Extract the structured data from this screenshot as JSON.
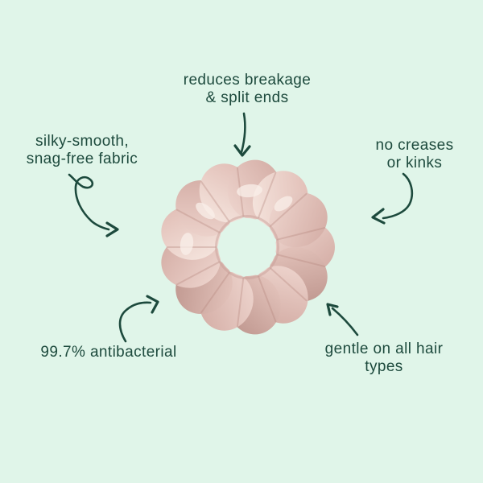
{
  "meta": {
    "background_color": "#e0f5e9",
    "text_color": "#1d4a3d",
    "arrow_color": "#1d4a3d",
    "arrow_style": "hand-drawn curved with open chevron heads"
  },
  "product": {
    "name": "pink silk scrunchie",
    "shape": "ruched satin donut, centered",
    "colors": {
      "highlight": "#f6e7e0",
      "mid": "#e7c6be",
      "shadow": "#c59c94",
      "deep": "#ad8279"
    }
  },
  "callouts": {
    "top": {
      "lines": [
        "reduces breakage",
        "& split ends"
      ],
      "arrow": "curves down to top of scrunchie"
    },
    "left": {
      "lines": [
        "silky-smooth,",
        "snag-free fabric"
      ],
      "arrow": "pigtail loop curving down-right to left side of scrunchie"
    },
    "right": {
      "lines": [
        "no creases",
        "or kinks"
      ],
      "arrow": "curves down-left to right side of scrunchie"
    },
    "bottom_left": {
      "lines": [
        "99.7% antibacterial"
      ],
      "arrow": "curves up-right to lower-left of scrunchie"
    },
    "bottom_right": {
      "lines": [
        "gentle on all hair",
        "types"
      ],
      "arrow": "straight up-left to lower-right of scrunchie"
    }
  }
}
